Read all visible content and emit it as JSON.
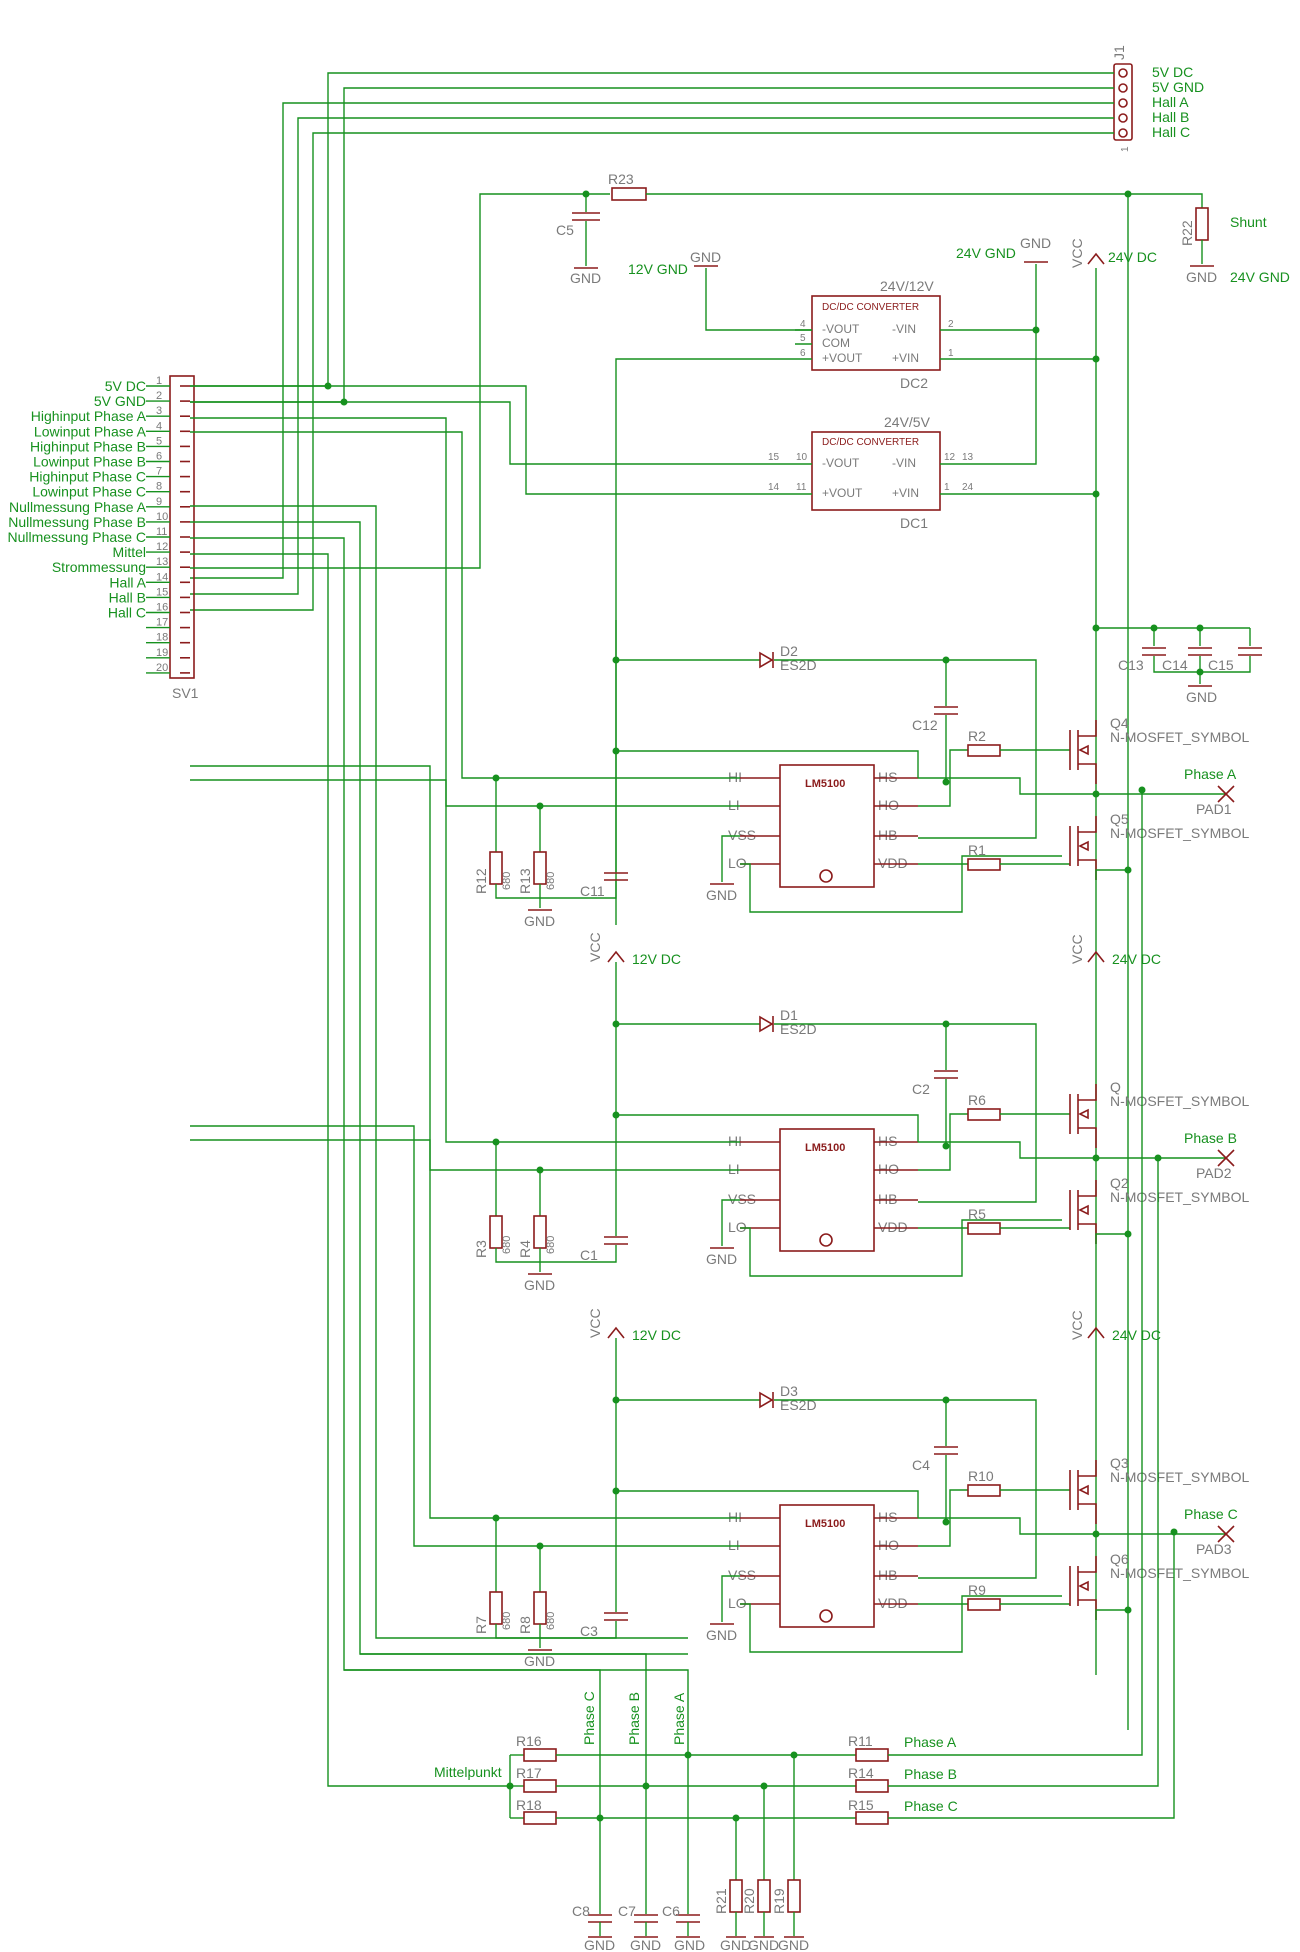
{
  "connector_j1": {
    "ref": "J1",
    "pin_one": "1",
    "labels": [
      "5V DC",
      "5V GND",
      "Hall A",
      "Hall B",
      "Hall C"
    ]
  },
  "connector_sv1": {
    "ref": "SV1",
    "pins": [
      "1",
      "2",
      "3",
      "4",
      "5",
      "6",
      "7",
      "8",
      "9",
      "10",
      "11",
      "12",
      "13",
      "14",
      "15",
      "16",
      "17",
      "18",
      "19",
      "20"
    ],
    "signals": [
      "5V DC",
      "5V GND",
      "Highinput Phase A",
      "Lowinput Phase A",
      "Highinput Phase B",
      "Lowinput Phase B",
      "Highinput Phase C",
      "Lowinput Phase C",
      "Nullmessung Phase A",
      "Nullmessung Phase B",
      "Nullmessung Phase C",
      "Mittel",
      "Strommessung",
      "Hall A",
      "Hall B",
      "Hall C"
    ]
  },
  "shunt": {
    "r23": "R23",
    "c5": "C5",
    "r22": "R22",
    "label": "Shunt",
    "gnd_label": "24V GND"
  },
  "dc2": {
    "name": "DC/DC CONVERTER",
    "title": "24V/12V",
    "ref": "DC2",
    "pins_left": [
      "-VOUT",
      "COM",
      "+VOUT"
    ],
    "pins_right": [
      "-VIN",
      "+VIN"
    ],
    "pin_nums_left": [
      "4",
      "5",
      "6"
    ],
    "pin_nums_right": [
      "2",
      "1"
    ],
    "out_label": "12V GND",
    "in_label": "24V GND"
  },
  "dc1": {
    "name": "DC/DC CONVERTER",
    "title": "24V/5V",
    "ref": "DC1",
    "pins_left": [
      "-VOUT",
      "+VOUT"
    ],
    "pins_right": [
      "-VIN",
      "+VIN"
    ],
    "pin_nums": [
      "15",
      "10",
      "14",
      "11",
      "12",
      "13",
      "1",
      "24"
    ]
  },
  "supply": {
    "vcc": "VCC",
    "v24": "24V DC",
    "v12": "12V DC",
    "gnd": "GND"
  },
  "bulk_caps": [
    "C13",
    "C14",
    "C15"
  ],
  "stages": [
    {
      "id": "A",
      "driver": "LM5100",
      "diode": "D2",
      "diode_type": "ES2D",
      "c_boot": "C12",
      "c_vdd": "C11",
      "r_hi": "R12",
      "r_lo": "R13",
      "r_val": "680",
      "r_gate_hi": "R2",
      "r_gate_lo": "R1",
      "q_hi": "Q4",
      "q_lo": "Q5",
      "q_type": "N-MOSFET_SYMBOL",
      "phase": "Phase A",
      "pad": "PAD1"
    },
    {
      "id": "B",
      "driver": "LM5100",
      "diode": "D1",
      "diode_type": "ES2D",
      "c_boot": "C2",
      "c_vdd": "C1",
      "r_hi": "R3",
      "r_lo": "R4",
      "r_val": "680",
      "r_gate_hi": "R6",
      "r_gate_lo": "R5",
      "q_hi": "Q",
      "q_lo": "Q2",
      "q_type": "N-MOSFET_SYMBOL",
      "phase": "Phase B",
      "pad": "PAD2"
    },
    {
      "id": "C",
      "driver": "LM5100",
      "diode": "D3",
      "diode_type": "ES2D",
      "c_boot": "C4",
      "c_vdd": "C3",
      "r_hi": "R7",
      "r_lo": "R8",
      "r_val": "680",
      "r_gate_hi": "R10",
      "r_gate_lo": "R9",
      "q_hi": "Q3",
      "q_lo": "Q6",
      "q_type": "N-MOSFET_SYMBOL",
      "phase": "Phase C",
      "pad": "PAD3"
    }
  ],
  "driver_pins": {
    "left": [
      "HI",
      "LI",
      "VSS",
      "LO"
    ],
    "right": [
      "HS",
      "HO",
      "HB",
      "VDD"
    ]
  },
  "neutral": {
    "mid_label": "Mittelpunkt",
    "star_res": [
      "R16",
      "R17",
      "R18"
    ],
    "phase_res": [
      "R11",
      "R14",
      "R15"
    ],
    "phase_labels": [
      "Phase A",
      "Phase B",
      "Phase C"
    ],
    "vert_labels": [
      "Phase C",
      "Phase B",
      "Phase A"
    ],
    "caps": [
      "C8",
      "C7",
      "C6"
    ],
    "div_res": [
      "R21",
      "R20",
      "R19"
    ]
  }
}
